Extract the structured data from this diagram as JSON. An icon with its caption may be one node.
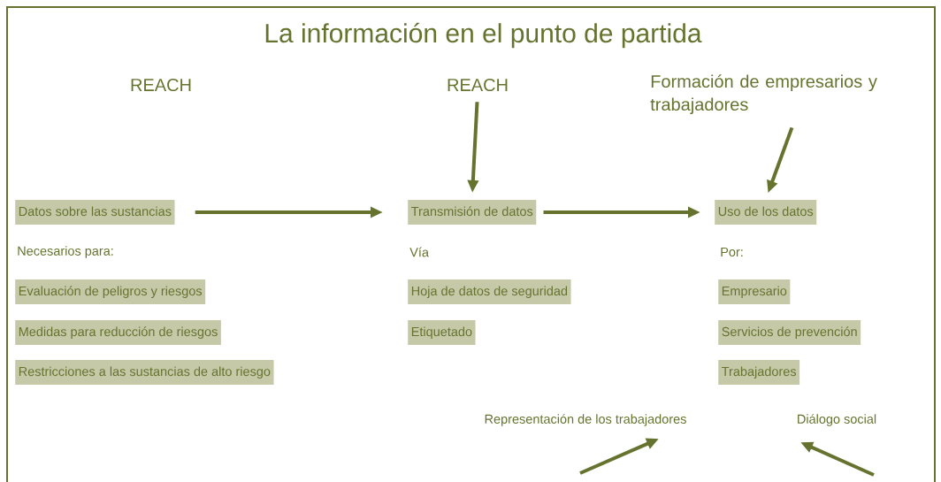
{
  "diagram": {
    "title": "La información en el punto de partida",
    "nodes": [
      {
        "text": [
          "REACH"
        ]
      },
      {
        "text": [
          "Formación de empresarios y trabajadores"
        ]
      },
      {
        "text": [
          "Datos sobre las sustancias"
        ]
      },
      {
        "text": [
          "Transmisión de datos"
        ]
      },
      {
        "text": [
          "Uso de los datos"
        ]
      },
      {
        "text": [
          "Evaluación de peligros y riesgos"
        ]
      },
      {
        "text": [
          "Hoja de datos de seguridad"
        ]
      },
      {
        "text": [
          "Empresario"
        ]
      },
      {
        "text": [
          "Medidas para reducción de riesgos"
        ]
      },
      {
        "text": [
          "Etiquetado"
        ]
      },
      {
        "text": [
          "Servicios de prevención"
        ]
      },
      {
        "text": [
          "Restricciones a las sustancias de alto riesgo"
        ]
      },
      {
        "text": [
          "Trabajadores"
        ]
      },
      {
        "text": [
          "Representación de los trabajadores"
        ]
      },
      {
        "text": [
          "Diálogo social"
        ]
      }
    ],
    "edges": [
      {
        "from": 0,
        "to": 3,
        "arrow": "to"
      },
      {
        "from": 1,
        "to": 4,
        "arrow": "to"
      },
      {
        "from": 2,
        "to": 3,
        "arrow": "to"
      },
      {
        "from": 3,
        "to": 4,
        "arrow": "to"
      },
      {
        "from": null,
        "to": 13,
        "arrow": "to"
      },
      {
        "from": null,
        "to": 14,
        "arrow": "to"
      }
    ],
    "labels": [
      "REACH",
      "Necesarios para:",
      "Vía",
      "Por:"
    ]
  }
}
